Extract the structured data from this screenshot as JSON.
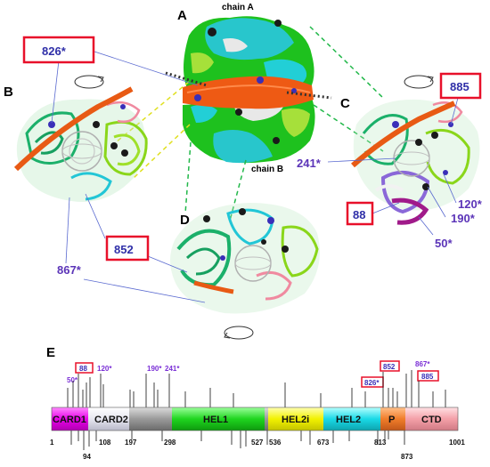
{
  "panels": {
    "a": "A",
    "b": "B",
    "c": "C",
    "d": "D",
    "e": "E"
  },
  "chains": {
    "a": "chain A",
    "b": "chain B"
  },
  "sites": {
    "s826": "826*",
    "s885": "885",
    "s241": "241*",
    "s88": "88",
    "s120": "120*",
    "s190": "190*",
    "s50": "50*",
    "s852": "852",
    "s867": "867*"
  },
  "e_sites": {
    "s88": "88",
    "s50": "50*",
    "s120": "120*",
    "s190": "190*",
    "s241": "241*",
    "s852": "852",
    "s826": "826*",
    "s867": "867*",
    "s885": "885"
  },
  "domains": {
    "card1": "CARD1",
    "card2": "CARD2",
    "hel1": "HEL1",
    "hel2i": "HEL2i",
    "hel2": "HEL2",
    "p": "P",
    "ctd": "CTD"
  },
  "positions": {
    "p1": "1",
    "p94": "94",
    "p108": "108",
    "p197": "197",
    "p298": "298",
    "p527": "527",
    "p536": "536",
    "p673": "673",
    "p813": "813",
    "p873": "873",
    "p1001": "1001"
  },
  "colors": {
    "card1": "#e800e8",
    "card2": "#e6e6f0",
    "linker": "#9a9a9a",
    "hel1": "#1fd51f",
    "hel2i": "#f2f200",
    "hel2": "#19d9e6",
    "p": "#f07d2a",
    "ctd": "#f4a0a8",
    "site_text": "#5b34b8",
    "box": "#e8102a"
  }
}
